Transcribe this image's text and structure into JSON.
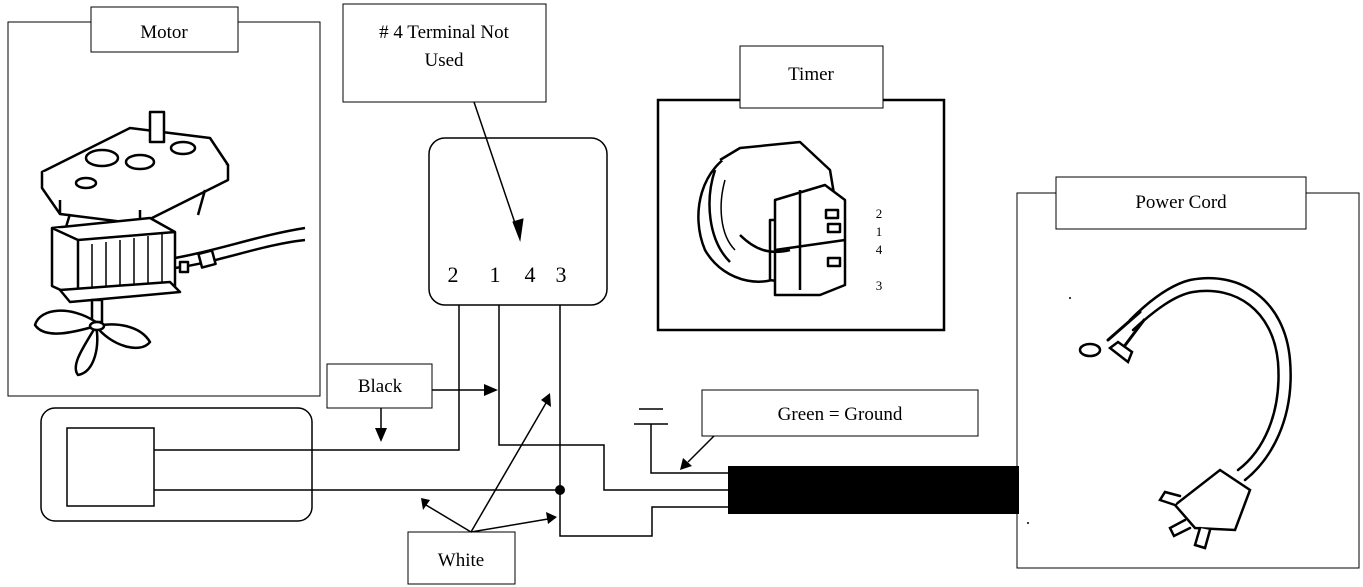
{
  "labels": {
    "motor": "Motor",
    "terminal_note_line1": "# 4 Terminal Not",
    "terminal_note_line2": "Used",
    "timer": "Timer",
    "power_cord": "Power Cord",
    "black": "Black",
    "green_ground": "Green = Ground",
    "white": "White"
  },
  "terminal_block": {
    "terminals": [
      "2",
      "1",
      "4",
      "3"
    ]
  },
  "timer_pins": [
    "2",
    "1",
    "4",
    "3"
  ]
}
